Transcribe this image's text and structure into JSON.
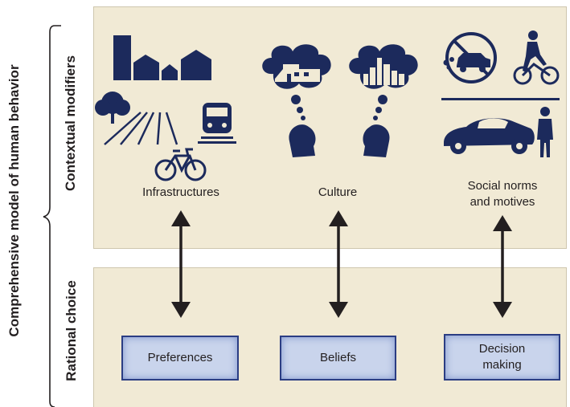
{
  "outer_label": "Comprehensive model of human behavior",
  "contextual_label": "Contextual modifiers",
  "rational_label": "Rational choice",
  "modifiers": [
    "Infrastructures",
    "Culture",
    "Social norms\nand motives"
  ],
  "boxes": [
    "Preferences",
    "Beliefs",
    "Decision\nmaking"
  ],
  "colors": {
    "panel": "#f1ead5",
    "box_fill": "#c9d4ec",
    "box_border": "#2b3d83",
    "icon": "#1c2a5c",
    "arrow": "#231f20"
  },
  "icons": [
    "buildings-icon",
    "tree-icon",
    "road-icon",
    "train-icon",
    "bicycle-icon",
    "thought-bubble-house-icon",
    "thought-bubble-city-icon",
    "head-icon",
    "no-car-icon",
    "cyclist-icon",
    "car-icon",
    "person-icon"
  ]
}
